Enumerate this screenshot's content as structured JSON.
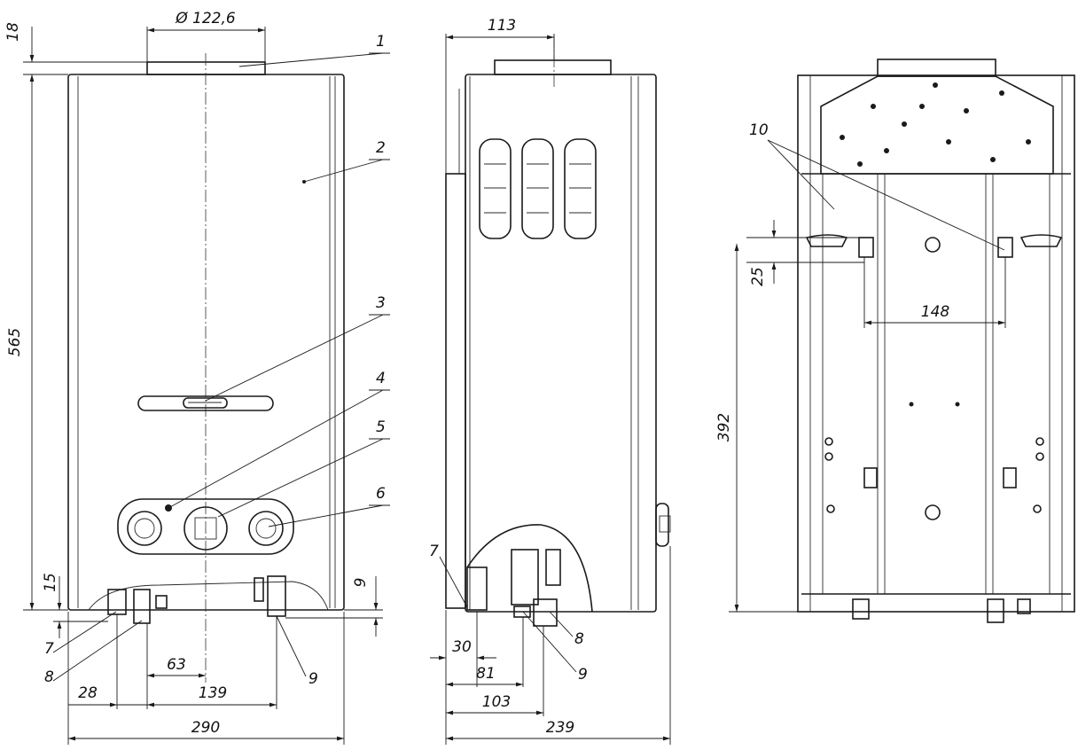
{
  "front_view": {
    "flue_diameter": "Ø 122,6",
    "offset_top": "18",
    "height": "565",
    "foot_left": "15",
    "foot_right": "9",
    "d_63": "63",
    "d_28": "28",
    "d_139": "139",
    "width": "290",
    "callouts": [
      "1",
      "2",
      "3",
      "4",
      "5",
      "6",
      "7",
      "8",
      "9"
    ]
  },
  "side_view": {
    "flue_offset": "113",
    "d_30": "30",
    "d_81": "81",
    "d_103": "103",
    "depth": "239",
    "callouts": [
      "7",
      "8",
      "9"
    ]
  },
  "rear_view": {
    "bracket_height": "25",
    "bracket_spacing": "148",
    "mount_height": "392",
    "callouts": [
      "10"
    ]
  }
}
